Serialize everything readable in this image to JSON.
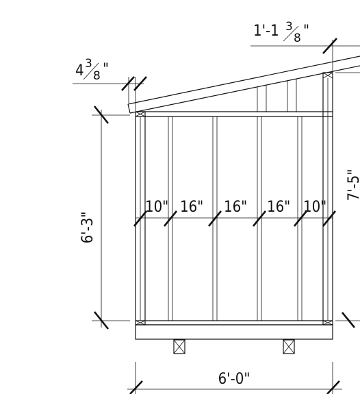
{
  "dimensions": {
    "top_overhang": {
      "whole": "1'-1",
      "num": "3",
      "den": "8",
      "inch": "\""
    },
    "eave_overhang": {
      "whole": "4",
      "num": "3",
      "den": "8",
      "inch": "\""
    },
    "front_wall_height": "6'-3\"",
    "back_wall_height": "7'-5\"",
    "width": "6'-0\"",
    "stud_spacings": [
      "10\"",
      "16\"",
      "16\"",
      "16\"",
      "10\""
    ]
  }
}
